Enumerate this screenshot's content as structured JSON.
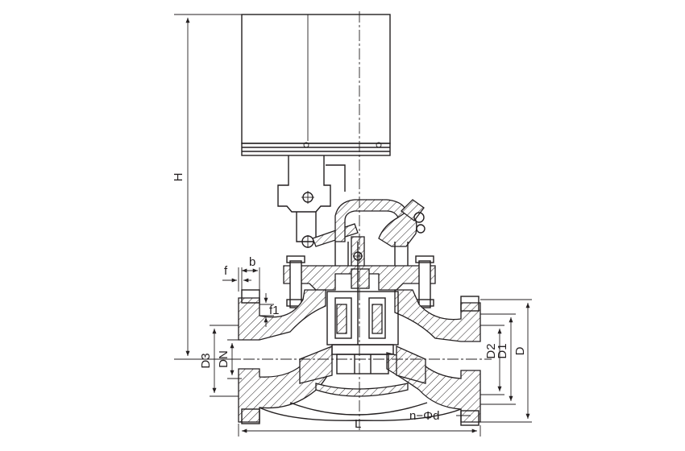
{
  "labels": {
    "H": "H",
    "f": "f",
    "b": "b",
    "f1": "f1",
    "D3": "D3",
    "DN": "DN",
    "D2": "D2",
    "D1": "D1",
    "D": "D",
    "n_phi_d": "n−Φd",
    "L": "L"
  }
}
